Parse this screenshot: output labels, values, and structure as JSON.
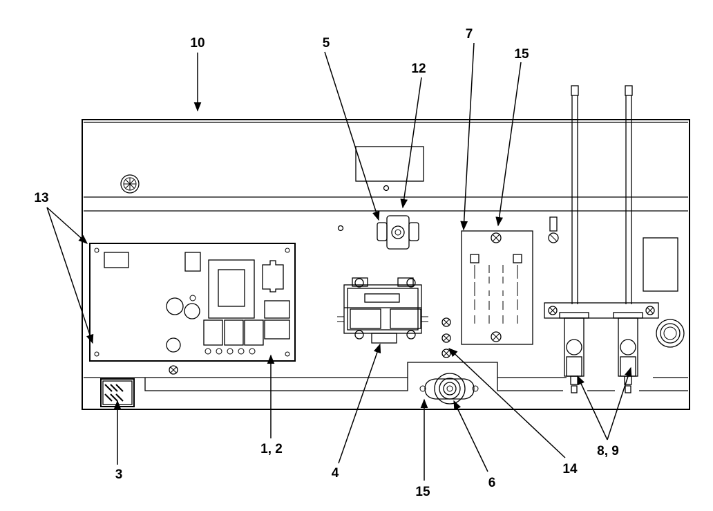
{
  "diagram": {
    "callouts": [
      {
        "id": "c10",
        "text": "10"
      },
      {
        "id": "c5",
        "text": "5"
      },
      {
        "id": "c12",
        "text": "12"
      },
      {
        "id": "c7",
        "text": "7"
      },
      {
        "id": "c15a",
        "text": "15"
      },
      {
        "id": "c13",
        "text": "13"
      },
      {
        "id": "c12b",
        "text": "1, 2"
      },
      {
        "id": "c3",
        "text": "3"
      },
      {
        "id": "c4",
        "text": "4"
      },
      {
        "id": "c15b",
        "text": "15"
      },
      {
        "id": "c6",
        "text": "6"
      },
      {
        "id": "c14",
        "text": "14"
      },
      {
        "id": "c89",
        "text": "8, 9"
      }
    ]
  }
}
